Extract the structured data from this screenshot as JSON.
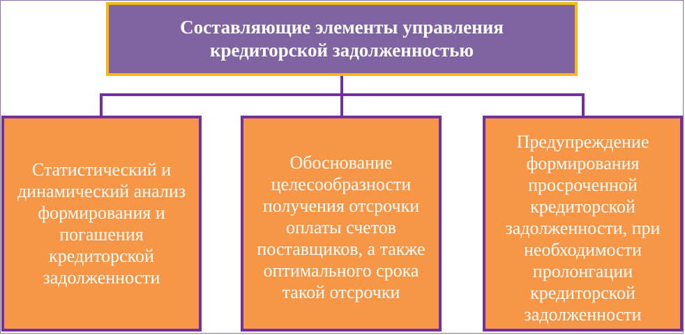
{
  "diagram": {
    "title": "Составляющие элементы управления\nкредиторской задолженностью",
    "boxes": [
      {
        "text": "Статистический и\nдинамический анализ\nформирования и\nпогашения\nкредиторской\nзадолженности"
      },
      {
        "text": "Обоснование\nцелесообразности\nполучения отсрочки\nоплаты счетов\nпоставщиков, а также\nоптимального срока\nтакой отсрочки"
      },
      {
        "text": "Предупреждение\nформирования\nпросроченной\nкредиторской\nзадолженности, при\nнеобходимости\nпролонгации\nкредиторской\nзадолженности"
      }
    ],
    "colors": {
      "title_fill": "#8064a2",
      "title_border": "#f8b817",
      "box_fill": "#f79646",
      "box_border": "#7030a0",
      "connector": "#7030a0",
      "text": "#ffffff"
    }
  }
}
